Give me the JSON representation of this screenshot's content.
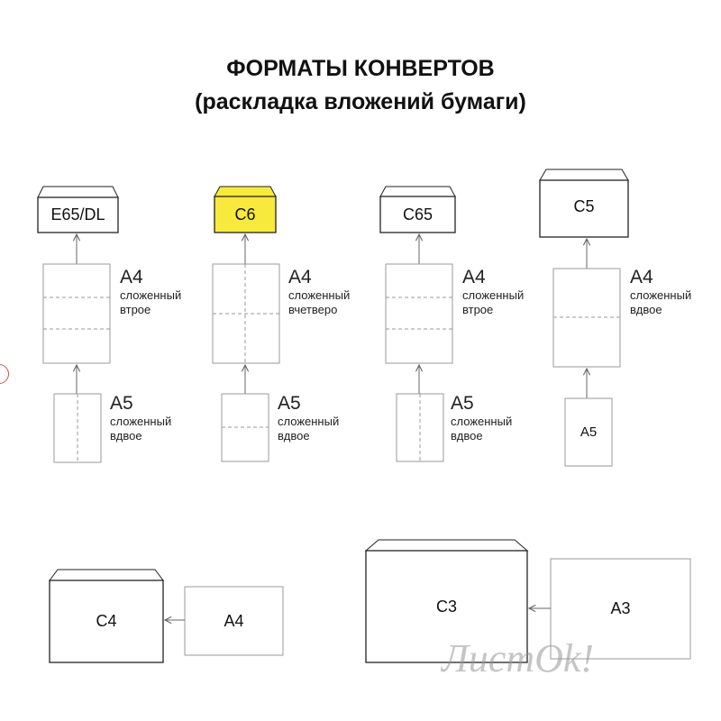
{
  "title": {
    "line1": "ФОРМАТЫ КОНВЕРТОВ",
    "line2": "(раскладка вложений бумаги)"
  },
  "colors": {
    "highlight": "#f7ea3c",
    "paper_stroke": "#9a9a9a",
    "envelope_stroke": "#222222"
  },
  "columns": [
    {
      "envelope": "E65/DL",
      "a4": {
        "name": "A4",
        "line1": "сложенный",
        "line2": "втрое"
      },
      "a5": {
        "name": "A5",
        "line1": "сложенный",
        "line2": "вдвое"
      }
    },
    {
      "envelope": "C6",
      "a4": {
        "name": "A4",
        "line1": "сложенный",
        "line2": "вчетверо"
      },
      "a5": {
        "name": "A5",
        "line1": "сложенный",
        "line2": "вдвое"
      }
    },
    {
      "envelope": "C65",
      "a4": {
        "name": "A4",
        "line1": "сложенный",
        "line2": "втрое"
      },
      "a5": {
        "name": "A5",
        "line1": "сложенный",
        "line2": "вдвое"
      }
    },
    {
      "envelope": "C5",
      "a4": {
        "name": "A4",
        "line1": "сложенный",
        "line2": "вдвое"
      },
      "a5": {
        "name": "A5"
      }
    }
  ],
  "bottom": [
    {
      "envelope": "C4",
      "paper": "A4"
    },
    {
      "envelope": "C3",
      "paper": "A3"
    }
  ],
  "watermark": "ЛистOk!"
}
